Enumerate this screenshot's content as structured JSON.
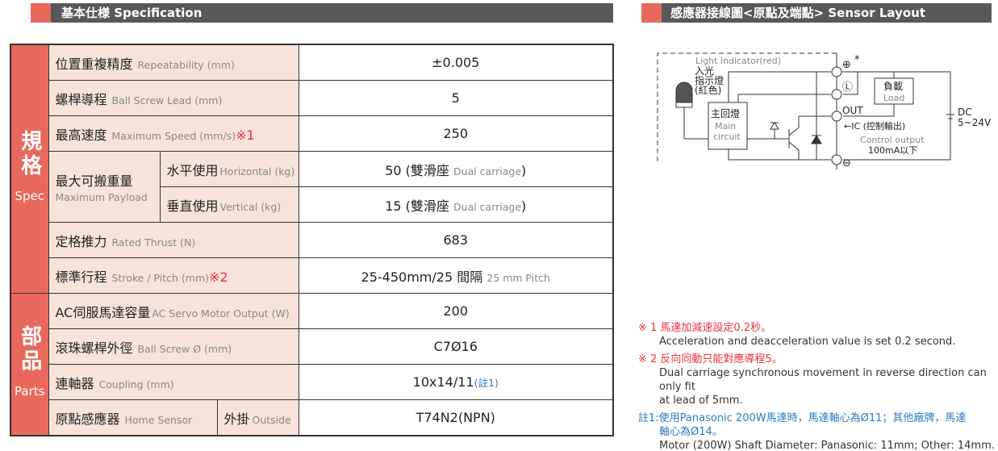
{
  "spec_header": "基本仕様  Specification",
  "sensor_header": "感應器接線圖<原點及端點>  Sensor Layout",
  "groups": {
    "spec_zh": "規格",
    "spec_en": "Spec",
    "parts_zh": "部品",
    "parts_en": "Parts"
  },
  "rows": [
    {
      "zh": "位置重複精度",
      "en": "Repeatability (mm)",
      "value": "±0.005"
    },
    {
      "zh": "螺桿導程",
      "en": "Ball Screw Lead (mm)",
      "value": "5"
    },
    {
      "zh": "最高速度",
      "en": "Maximum Speed (mm/s)",
      "mark": "※1",
      "value": "250"
    },
    {
      "zh": "定格推力",
      "en": "Rated Thrust (N)",
      "value": "683"
    },
    {
      "zh": "標準行程",
      "en": "Stroke / Pitch (mm)",
      "mark": "※2",
      "value": "25-450mm/25 間隔",
      "value_en": "25 mm Pitch"
    },
    {
      "zh": "AC伺服馬達容量",
      "en": "AC Servo Motor Output (W)",
      "value": "200"
    },
    {
      "zh": "滾珠螺桿外徑",
      "en": "Ball Screw Ø (mm)",
      "value": "C7Ø16"
    },
    {
      "zh": "連軸器",
      "en": "Coupling (mm)",
      "value": "10x14/11",
      "note": "(註1)"
    }
  ],
  "payload": {
    "zh": "最大可搬重量",
    "en": "Maximum Payload",
    "h": {
      "zh": "水平使用",
      "en": "Horizontal (kg)",
      "value": "50 (雙滑座",
      "value_en": "Dual carriage",
      ")": ")"
    },
    "v": {
      "zh": "垂直使用",
      "en": "Vertical (kg)",
      "value": "15 (雙滑座",
      "value_en": "Dual carriage",
      ")": ")"
    }
  },
  "home": {
    "zh": "原點感應器",
    "en": "Home Sensor",
    "sub_zh": "外掛",
    "sub_en": "Outside",
    "value": "T74N2(NPN)"
  },
  "diagram": {
    "light_en": "Light indicator(red)",
    "light_zh1": "入光",
    "light_zh2": "指示燈",
    "light_zh3": "(紅色)",
    "plus": "⊕",
    "star": "*",
    "l": "Ⓛ",
    "minus": "⊖",
    "main_zh": "主回燈",
    "main_en1": "Main",
    "main_en2": "circuit",
    "load_zh": "負載",
    "load_en": "Load",
    "out": "OUT",
    "ic": "←IC (控制輸出)",
    "ctrl_en": "Control output",
    "ctrl_val": "100mA以下",
    "dc": "DC",
    "volt": "5~24V"
  },
  "notes": {
    "n1_zh": "※ 1 馬達加減速設定0.2秒。",
    "n1_en": "Acceleration and deacceleration value is set 0.2 second.",
    "n2_zh": "※ 2 反向同動只能對應導程5。",
    "n2_en1": "Dual carriage synchronous movement in reverse direction can only fit",
    "n2_en2": "at lead of 5mm.",
    "c1_zh1": "註1:使用Panasonic 200W馬達時，馬達軸心為Ø11；其他廠牌，馬達",
    "c1_zh2": "軸心為Ø14。",
    "c1_en": "Motor (200W) Shaft Diameter: Panasonic: 11mm; Other: 14mm."
  }
}
